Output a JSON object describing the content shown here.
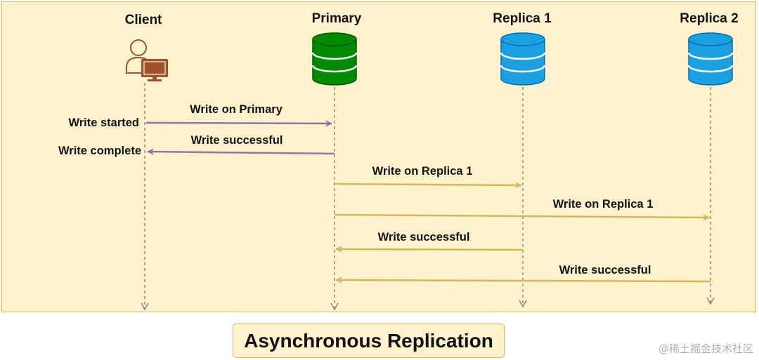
{
  "title": "Asynchronous Replication",
  "watermark": "@稀土掘金技术社区",
  "actors": [
    {
      "label": "Client",
      "icon": "client-computer-icon"
    },
    {
      "label": "Primary",
      "icon": "database-icon"
    },
    {
      "label": "Replica 1",
      "icon": "database-icon"
    },
    {
      "label": "Replica 2",
      "icon": "database-icon"
    }
  ],
  "client_notes": {
    "write_started": "Write started",
    "write_complete": "Write complete"
  },
  "messages": [
    {
      "from": "Client",
      "to": "Primary",
      "label": "Write on Primary"
    },
    {
      "from": "Primary",
      "to": "Client",
      "label": "Write successful"
    },
    {
      "from": "Primary",
      "to": "Replica 1",
      "label": "Write on Replica 1"
    },
    {
      "from": "Primary",
      "to": "Replica 2",
      "label": "Write on Replica 1"
    },
    {
      "from": "Replica 1",
      "to": "Primary",
      "label": "Write successful"
    },
    {
      "from": "Replica 2",
      "to": "Primary",
      "label": "Write successful"
    }
  ],
  "colors": {
    "background": "#fff2cc",
    "border": "#d6b656",
    "client_arrow": "#9673a6",
    "replica_arrow": "#d6b656",
    "primary_db": "#008a00",
    "replica_db": "#1ba1e2",
    "client_icon": "#a0522d",
    "lifeline": "#888888"
  }
}
